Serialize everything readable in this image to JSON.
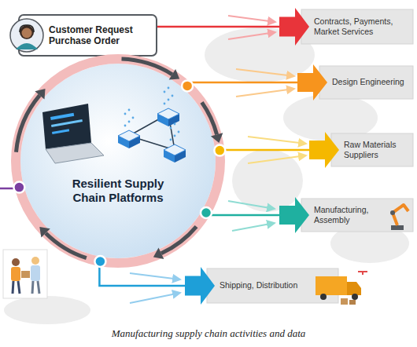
{
  "diagram": {
    "caption": "Manufacturing supply chain activities and data",
    "nodes": [
      {
        "text": [
          "Customer Request Purchase Order"
        ]
      },
      {
        "text": [
          "Resilient Supply Chain Platforms"
        ]
      },
      {
        "text": [
          "Contracts, Payments, Market Services"
        ]
      },
      {
        "text": [
          "Design Engineering"
        ]
      },
      {
        "text": [
          "Raw Materials Suppliers"
        ]
      },
      {
        "text": [
          "Manufacturing, Assembly"
        ]
      },
      {
        "text": [
          "Shipping, Distribution"
        ]
      }
    ],
    "edges": [
      {
        "from": 0,
        "to": 2,
        "arrow": "none"
      },
      {
        "from": 1,
        "to": 3,
        "arrow": "none"
      },
      {
        "from": 1,
        "to": 4,
        "arrow": "none"
      },
      {
        "from": 1,
        "to": 5,
        "arrow": "none"
      },
      {
        "from": 1,
        "to": 6,
        "arrow": "none"
      }
    ]
  }
}
